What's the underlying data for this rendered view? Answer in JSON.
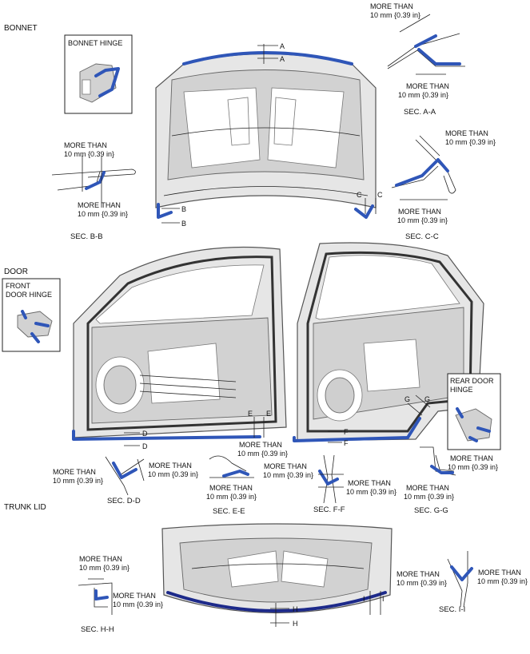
{
  "sections": {
    "bonnet": "BONNET",
    "door": "DOOR",
    "trunk": "TRUNK LID"
  },
  "insets": {
    "bonnet_hinge": "BONNET HINGE",
    "front_door_hinge_1": "FRONT",
    "front_door_hinge_2": "DOOR HINGE",
    "rear_door_hinge_1": "REAR DOOR",
    "rear_door_hinge_2": "HINGE"
  },
  "text": {
    "more_than": "MORE THAN",
    "dimension": "10 mm {0.39 in}"
  },
  "section_captions": {
    "aa": "SEC. A-A",
    "bb": "SEC. B-B",
    "cc": "SEC. C-C",
    "dd": "SEC. D-D",
    "ee": "SEC. E-E",
    "ff": "SEC. F-F",
    "gg": "SEC. G-G",
    "hh": "SEC. H-H",
    "ii": "SEC. I-I"
  },
  "cut_letters": {
    "a": "A",
    "b": "B",
    "c": "C",
    "d": "D",
    "e": "E",
    "f": "F",
    "g": "G",
    "h": "H",
    "i": "I"
  },
  "colors": {
    "sealant": "#2f56b8",
    "sealant_dark": "#1d2a8a",
    "panel": "#e6e6e6"
  }
}
